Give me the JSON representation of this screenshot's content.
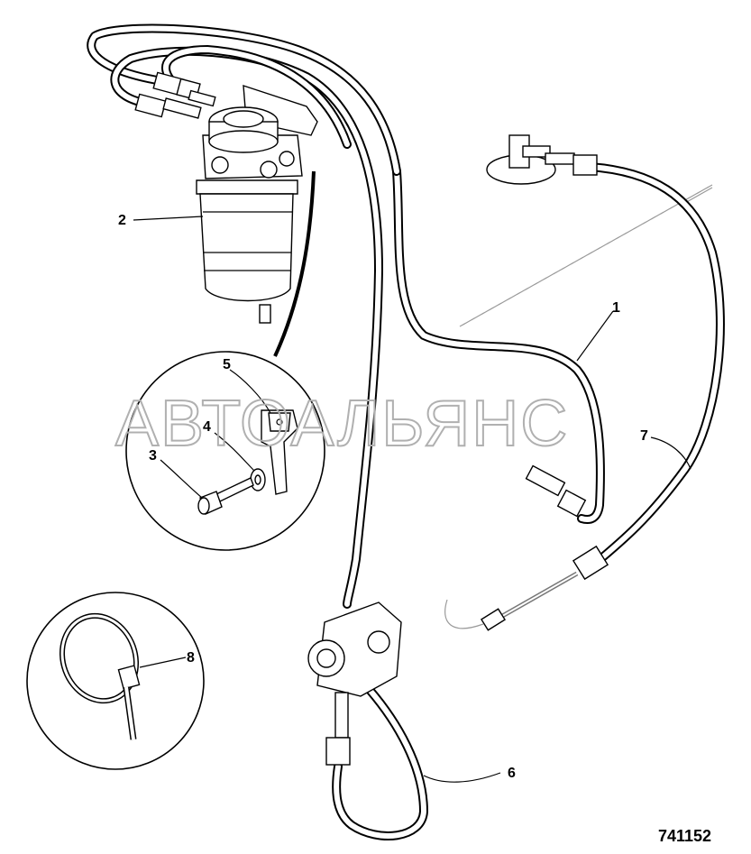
{
  "callouts": {
    "c1": "1",
    "c2": "2",
    "c3": "3",
    "c4": "4",
    "c5": "5",
    "c6": "6",
    "c7": "7",
    "c8": "8"
  },
  "watermark": "АВТОАЛЬЯНС",
  "figure_number": "741152"
}
